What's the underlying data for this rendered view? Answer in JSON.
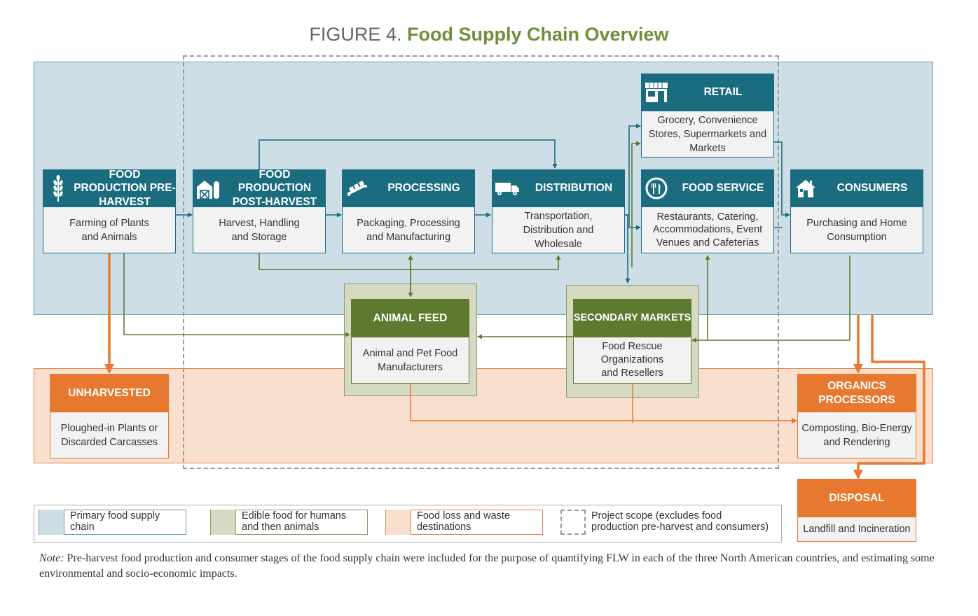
{
  "title": {
    "prefix": "FIGURE 4.",
    "main": "Food Supply Chain Overview"
  },
  "nodes": {
    "pre_harvest": {
      "title": "FOOD PRODUCTION PRE-HARVEST",
      "desc": "Farming of Plants and Animals",
      "icon": "wheat-icon"
    },
    "post_harvest": {
      "title": "FOOD PRODUCTION POST-HARVEST",
      "desc": "Harvest, Handling and Storage",
      "icon": "barn-icon"
    },
    "processing": {
      "title": "PROCESSING",
      "desc": "Packaging, Processing and Manufacturing",
      "icon": "conveyor-icon"
    },
    "distribution": {
      "title": "DISTRIBUTION",
      "desc": "Transportation, Distribution and Wholesale",
      "icon": "truck-icon"
    },
    "retail": {
      "title": "RETAIL",
      "desc": "Grocery, Convenience Stores, Supermarkets and Markets",
      "icon": "storefront-icon"
    },
    "food_service": {
      "title": "FOOD SERVICE",
      "desc": "Restaurants, Catering, Accommodations, Event Venues and Cafeterias",
      "icon": "plate-cutlery-icon"
    },
    "consumers": {
      "title": "CONSUMERS",
      "desc": "Purchasing and Home Consumption",
      "icon": "house-icon"
    },
    "animal_feed": {
      "title": "ANIMAL FEED",
      "desc": "Animal and Pet Food Manufacturers"
    },
    "secondary_markets": {
      "title": "SECONDARY MARKETS",
      "desc": "Food Rescue Organizations and Resellers"
    },
    "unharvested": {
      "title": "UNHARVESTED",
      "desc": "Ploughed-in Plants or Discarded Carcasses"
    },
    "organics": {
      "title": "ORGANICS PROCESSORS",
      "desc": "Composting, Bio-Energy and Rendering"
    },
    "disposal": {
      "title": "DISPOSAL",
      "desc": "Landfill and Incineration"
    }
  },
  "legend": [
    {
      "label": "Primary food supply chain",
      "fill": "#cddee7",
      "stroke": "#6a9ab5"
    },
    {
      "label": "Edible food for humans and then animals",
      "fill": "#d6dac3",
      "stroke": "#8b9a6a"
    },
    {
      "label": "Food loss and waste destinations",
      "fill": "#f9dfcd",
      "stroke": "#e8824d"
    },
    {
      "label": "Project scope (excludes food production pre-harvest and consumers)",
      "fill": "#ffffff",
      "stroke": "#999999"
    }
  ],
  "note": {
    "lead": "Note:",
    "text": "Pre-harvest food production and consumer stages of the food supply chain were included for the purpose of quantifying FLW in each of the three North American countries, and estimating some environmental and socio-economic impacts."
  },
  "colors": {
    "teal": "#1c6c80",
    "olive": "#5e7a2e",
    "orange": "#e77830"
  }
}
